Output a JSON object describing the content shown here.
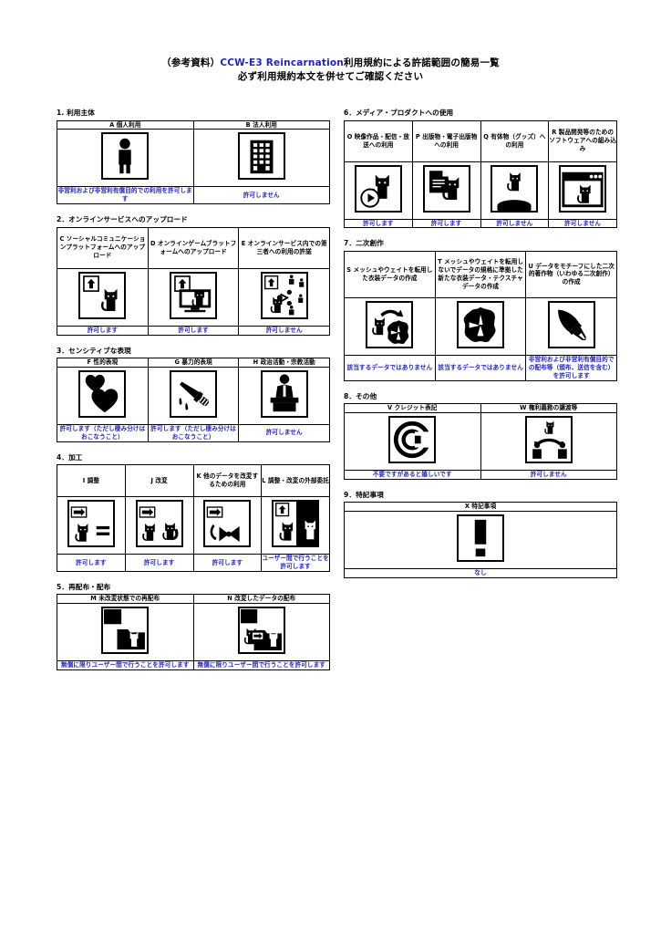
{
  "document": {
    "title_line1_prefix": "（参考資料）",
    "title_line1_accent": "CCW-E3 Reincarnation",
    "title_line1_suffix": "利用規約による許諾範囲の簡易一覧",
    "title_line2": "必ず利用規約本文を併せてご確認ください"
  },
  "sections": [
    {
      "id": "sec1",
      "number": "1",
      "title": "1. 利用主体",
      "columns": 2,
      "items": [
        {
          "code": "A",
          "header": "A 個人利用",
          "icon": "person-icon",
          "note": "非営利および非営利有償目的での利用を許可します"
        },
        {
          "code": "B",
          "header": "B 法人利用",
          "icon": "building-icon",
          "note": "許可しません"
        }
      ]
    },
    {
      "id": "sec2",
      "number": "2",
      "title": "2．オンラインサービスへのアップロード",
      "columns": 3,
      "items": [
        {
          "code": "C",
          "header": "C ソーシャルコミュニケーションプラットフォームへのアップロード",
          "icon": "upload-cat-icon",
          "note": "許可します"
        },
        {
          "code": "D",
          "header": "D オンラインゲームブラットフォームへのアップロード",
          "icon": "upload-cat-monitor-icon",
          "note": "許可します"
        },
        {
          "code": "E",
          "header": "E オンラインサービス内での第三者への利用の許諾",
          "icon": "upload-share-people-icon",
          "note": "許可しません"
        }
      ]
    },
    {
      "id": "sec3",
      "number": "3",
      "title": "3．センシティブな表現",
      "columns": 3,
      "items": [
        {
          "code": "F",
          "header": "F 性的表現",
          "icon": "hearts-icon",
          "note": "許可します（ただし棲み分けはおこなうこと）"
        },
        {
          "code": "G",
          "header": "G 暴力的表現",
          "icon": "knife-blood-icon",
          "note": "許可します（ただし棲み分けはおこなうこと）"
        },
        {
          "code": "H",
          "header": "H 政治活動・宗教活動",
          "icon": "podium-speaker-icon",
          "note": "許可しません"
        }
      ]
    },
    {
      "id": "sec4",
      "number": "4",
      "title": "4．加工",
      "columns": 4,
      "items": [
        {
          "code": "I",
          "header": "I 調整",
          "icon": "arrow-cat-equals-icon",
          "note": "許可します"
        },
        {
          "code": "J",
          "header": "J 改変",
          "icon": "arrow-cat-modified-icon",
          "note": "許可します"
        },
        {
          "code": "K",
          "header": "K 他のデータを改変するための利用",
          "icon": "arrow-ribbon-icon",
          "note": "許可します"
        },
        {
          "code": "L",
          "header": "L 調整・改変の外部委託",
          "icon": "two-cats-outsourcing-icon",
          "note": "ユーザー間で行うことを許可します"
        }
      ]
    },
    {
      "id": "sec5",
      "number": "5",
      "title": "5．再配布・配布",
      "columns": 2,
      "items": [
        {
          "code": "M",
          "header": "M 未改変状態での再配布",
          "icon": "share-folder-cat-icon",
          "note": "無償に限りユーザー間で行うことを許可します"
        },
        {
          "code": "N",
          "header": "N 改変したデータの配布",
          "icon": "share-folder-modified-cat-icon",
          "note": "無償に限りユーザー間で行うことを許可します"
        }
      ]
    },
    {
      "id": "sec6",
      "number": "6",
      "title": "6．メディア・プロダクトへの使用",
      "columns": 4,
      "items": [
        {
          "code": "O",
          "header": "O 映像作品・配信・放送への利用",
          "icon": "cat-play-button-icon",
          "note": "許可します"
        },
        {
          "code": "P",
          "header": "P 出版物・電子出版物への利用",
          "icon": "cat-document-icon",
          "note": "許可します"
        },
        {
          "code": "Q",
          "header": "Q 有体物（グッズ）への利用",
          "icon": "cat-figure-stand-icon",
          "note": "許可しません"
        },
        {
          "code": "R",
          "header": "R 製品開発等のためのソフトウェアへの組み込み",
          "icon": "cat-in-window-icon",
          "note": "許可しません"
        }
      ]
    },
    {
      "id": "sec7",
      "number": "7",
      "title": "7．二次創作",
      "columns": 3,
      "items": [
        {
          "code": "S",
          "header": "S メッシュやウェイトを転用した衣装データの作成",
          "icon": "cat-mesh-transfer-icon",
          "note": "該当するデータではありません"
        },
        {
          "code": "T",
          "header": "T メッシュやウェイトを転用しないでデータの規格に準拠した新たな衣装データ・テクスチャデータの作成",
          "icon": "mesh-cloth-icon",
          "note": "該当するデータではありません"
        },
        {
          "code": "U",
          "header": "U データをモチーフにした二次的著作物（いわゆる二次創作）の作成",
          "icon": "paint-brush-icon",
          "note": "非営利および非営利有償目的での配布等（頒布、送信を含む）を許可します"
        }
      ]
    },
    {
      "id": "sec8",
      "number": "8",
      "title": "8．その他",
      "columns": 2,
      "items": [
        {
          "code": "V",
          "header": "V クレジット表記",
          "icon": "copyright-icon",
          "note": "不要ですがあると嬉しいです"
        },
        {
          "code": "W",
          "header": "W 権利義務の譲渡等",
          "icon": "transfer-people-icon",
          "note": "許可しません"
        }
      ]
    },
    {
      "id": "sec9",
      "number": "9",
      "title": "9．特記事項",
      "columns": 1,
      "items": [
        {
          "code": "X",
          "header": "X 特記事項",
          "icon": "exclamation-icon",
          "note": "なし"
        }
      ]
    }
  ],
  "colors": {
    "accent": "#2222cc",
    "ink": "#000000",
    "paper": "#ffffff"
  }
}
